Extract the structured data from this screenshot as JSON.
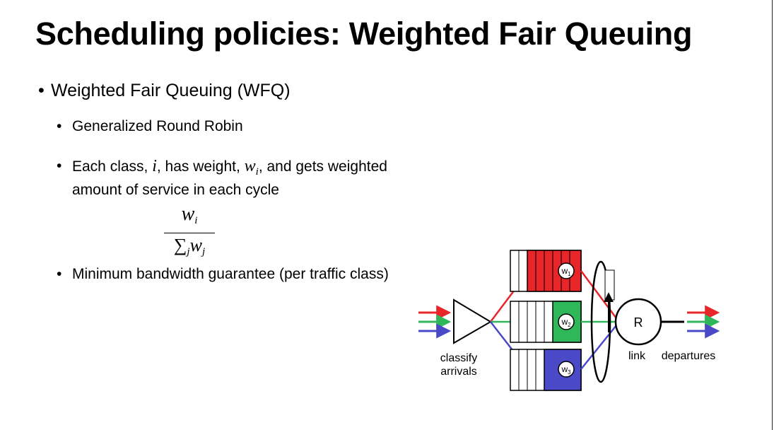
{
  "slide": {
    "title": "Scheduling policies: Weighted Fair Queuing",
    "bullet_symbol": "•"
  },
  "bullets": {
    "main": "Weighted Fair Queuing (WFQ)",
    "sub1": "Generalized Round Robin",
    "sub2": {
      "text1": "Each class, ",
      "var_i": "i",
      "text2": ", has weight, ",
      "var_w": "w",
      "sub_i": "i",
      "text3": ", and gets weighted",
      "line2": "amount of service in each cycle"
    },
    "sub3": "Minimum bandwidth guarantee (per traffic class)"
  },
  "formula": {
    "numerator_var": "w",
    "numerator_sub": "i",
    "sum_symbol": "∑",
    "sum_sub": "j",
    "denominator_var": "w",
    "denominator_sub": "j"
  },
  "diagram": {
    "classify_label_1": "classify",
    "classify_label_2": "arrivals",
    "link_label": "link",
    "departures_label": "departures",
    "router_label": "R",
    "queues": [
      {
        "weight_letter": "w",
        "weight_sub": "1",
        "color": "#e8262a"
      },
      {
        "weight_letter": "w",
        "weight_sub": "2",
        "color": "#2fb85a"
      },
      {
        "weight_letter": "w",
        "weight_sub": "3",
        "color": "#4a4ac8"
      }
    ]
  }
}
